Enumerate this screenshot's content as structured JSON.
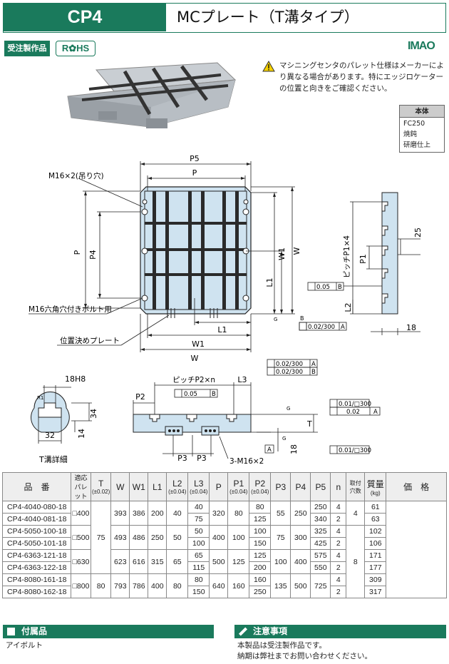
{
  "header": {
    "code": "CP4",
    "title": "MCプレート（T溝タイプ）"
  },
  "badges": {
    "made_to_order": "受注製作品",
    "rohs": "R✿HS"
  },
  "brand": {
    "logo": "IMAO"
  },
  "warning": {
    "text": "マシニングセンタのパレット仕様はメーカーにより異なる場合があります。特にエッジロケーターの位置と向きをご確認ください。"
  },
  "material": {
    "header": "本体",
    "lines": [
      "FC250",
      "焼鈍",
      "研磨仕上"
    ]
  },
  "drawing": {
    "labels": {
      "p5": "P5",
      "p": "P",
      "m16x2": "M16×2(吊り穴)",
      "m16bolt": "M16六角穴付きボルト用",
      "locate": "位置決めプレート",
      "p_left": "P",
      "p4": "P4",
      "w1_v": "W1",
      "w_v": "W",
      "l1_v": "L1",
      "l1_h": "L1",
      "w1_h": "W1",
      "w_h": "W",
      "tol1": "0.02/300",
      "tol1_ref": "A",
      "tol2": "0.02/300",
      "tol2_ref": "B",
      "par_05": "0.05",
      "par_05_ref": "B",
      "pitch_p1": "ピッチP1×4",
      "p1": "P1",
      "l2": "L2",
      "dim25": "25",
      "dim18r": "18",
      "tol3": "0.02/300",
      "tol3_ref": "A",
      "t18h8": "18H8",
      "d34": "34",
      "d32": "32",
      "d14": "14",
      "r1": "R1",
      "tslot": "T溝詳細",
      "pitch_p2": "ピッチP2×n",
      "l3": "L3",
      "p2": "P2",
      "par_b": "0.05",
      "par_b_ref": "B",
      "p3a": "P3",
      "p3b": "P3",
      "m16x2b": "3-M16×2",
      "t_dim": "T",
      "d18": "18",
      "flat1": "0.01/□300",
      "flat2": "0.02",
      "flat2_ref": "A",
      "flat3": "0.01/□300",
      "ref_a": "A",
      "g1": "G",
      "g2": "G",
      "g3": "G"
    }
  },
  "table": {
    "headers": [
      "品　番",
      "適応パレット",
      "T",
      "(±0.02)",
      "W",
      "W1",
      "L1",
      "L2",
      "(±0.04)",
      "L3",
      "(±0.04)",
      "P",
      "P1",
      "(±0.04)",
      "P2",
      "(±0.04)",
      "P3",
      "P4",
      "P5",
      "n",
      "取付穴数",
      "質量",
      "(kg)",
      "価　格"
    ],
    "rows": [
      {
        "pn": "CP4-4040-080-18",
        "pal": "□400",
        "t": "",
        "w": "393",
        "w1": "386",
        "l1": "200",
        "l2": "40",
        "l3": "40",
        "p": "320",
        "p1": "80",
        "p2": "80",
        "p3": "55",
        "p4": "250",
        "p5": "250",
        "n": "4",
        "holes": "4",
        "kg": "61"
      },
      {
        "pn": "CP4-4040-081-18",
        "l3": "75",
        "p2": "125",
        "p5": "340",
        "n": "2",
        "kg": "63"
      },
      {
        "pn": "CP4-5050-100-18",
        "pal": "□500",
        "t": "75",
        "w": "493",
        "w1": "486",
        "l1": "250",
        "l2": "50",
        "l3": "50",
        "p": "400",
        "p1": "100",
        "p2": "100",
        "p3": "75",
        "p4": "300",
        "p5": "325",
        "n": "4",
        "kg": "102"
      },
      {
        "pn": "CP4-5050-101-18",
        "l3": "100",
        "p2": "150",
        "p5": "425",
        "n": "2",
        "kg": "106"
      },
      {
        "pn": "CP4-6363-121-18",
        "pal": "□630",
        "w": "623",
        "w1": "616",
        "l1": "315",
        "l2": "65",
        "l3": "65",
        "p": "500",
        "p1": "125",
        "p2": "125",
        "p3": "100",
        "p4": "400",
        "p5": "575",
        "n": "4",
        "holes": "8",
        "kg": "171"
      },
      {
        "pn": "CP4-6363-122-18",
        "l3": "115",
        "p2": "200",
        "p5": "550",
        "n": "2",
        "kg": "177"
      },
      {
        "pn": "CP4-8080-161-18",
        "pal": "□800",
        "t": "80",
        "w": "793",
        "w1": "786",
        "l1": "400",
        "l2": "80",
        "l3": "80",
        "p": "640",
        "p1": "160",
        "p2": "160",
        "p3": "135",
        "p4": "500",
        "p5": "725",
        "n": "4",
        "kg": "309"
      },
      {
        "pn": "CP4-8080-162-18",
        "l3": "150",
        "p2": "250",
        "p5": "",
        "n": "2",
        "kg": "317"
      }
    ]
  },
  "footer": {
    "accessory_title": "付属品",
    "accessory_text": "アイボルト",
    "notes_title": "注意事項",
    "notes_lines": [
      "本製品は受注製作品です。",
      "納期は弊社までお問い合わせください。"
    ]
  }
}
